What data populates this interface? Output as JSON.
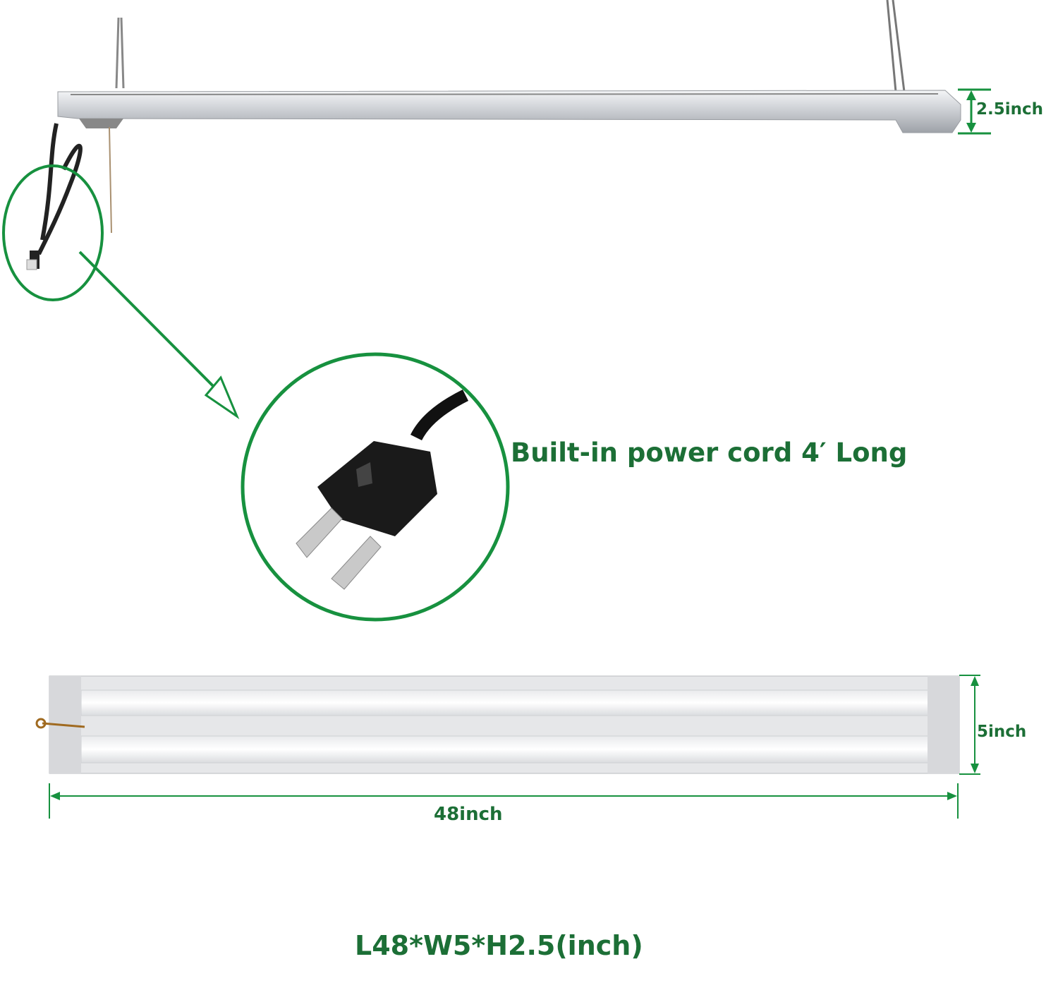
{
  "labels": {
    "height_dim": "2.5inch",
    "power_cord": "Built-in power cord 4′ Long",
    "width_dim": "5inch",
    "length_dim": "48inch",
    "summary": "L48*W5*H2.5(inch)"
  },
  "colors": {
    "accent_green": "#17913f",
    "text_green": "#1c6f36"
  }
}
